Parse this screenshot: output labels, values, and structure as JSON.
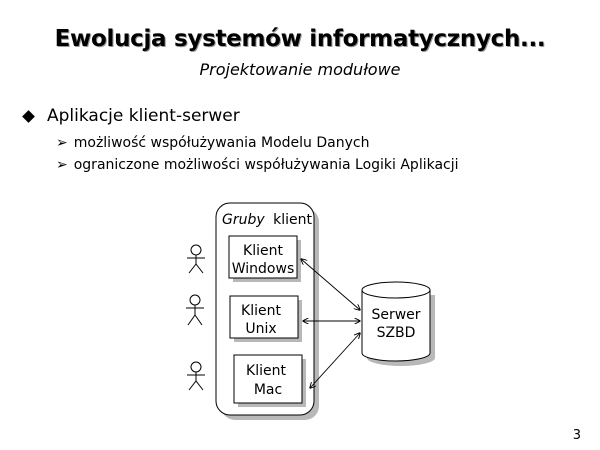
{
  "slide": {
    "title": "Ewolucja systemów informatycznych...",
    "subtitle": "Projektowanie modułowe",
    "bullet": "Aplikacje klient-serwer",
    "subbullets": [
      "możliwość współużywania Modelu Danych",
      "ograniczone możliwości współużywania Logiki Aplikacji"
    ],
    "page_number": "3"
  },
  "diagram": {
    "container_label_italic": "Gruby",
    "container_label_rest": "klient",
    "clients": [
      {
        "line1": "Klient",
        "line2": "Windows"
      },
      {
        "line1": "Klient",
        "line2": "Unix"
      },
      {
        "line1": "Klient",
        "line2": "Mac"
      }
    ],
    "server": {
      "line1": "Serwer",
      "line2": "SZBD"
    }
  }
}
